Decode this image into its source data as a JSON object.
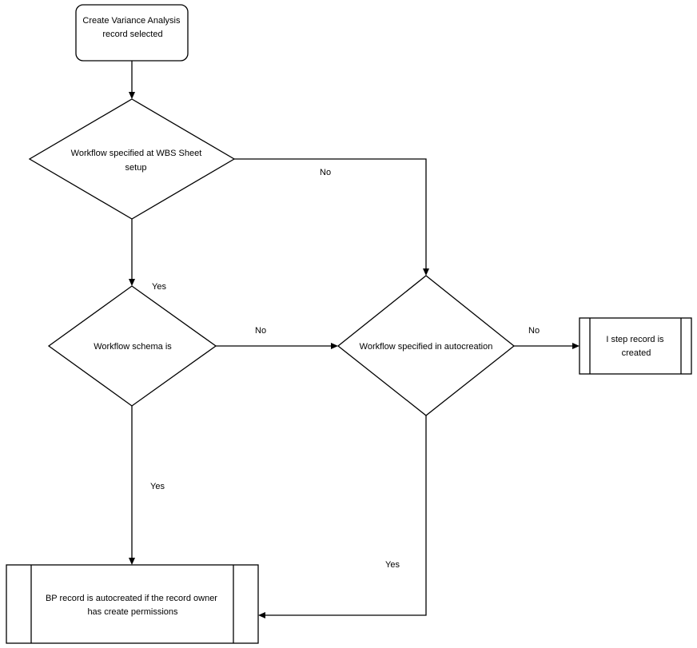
{
  "nodes": {
    "start": {
      "lines": [
        "Create Variance Analysis",
        "record selected"
      ]
    },
    "decision_wbs": {
      "lines": [
        "Workflow specified at WBS Sheet",
        "setup"
      ]
    },
    "decision_schema": {
      "lines": [
        "Workflow schema is"
      ]
    },
    "decision_autocreation": {
      "lines": [
        "Workflow specified in autocreation"
      ]
    },
    "process_istep": {
      "lines": [
        "I step record is",
        "created"
      ]
    },
    "process_bp": {
      "lines": [
        "BP record is autocreated if the record owner",
        "has create permissions"
      ]
    }
  },
  "edges": {
    "wbs_no": "No",
    "wbs_yes": "Yes",
    "schema_no": "No",
    "schema_yes": "Yes",
    "autocreation_no": "No",
    "autocreation_yes": "Yes"
  }
}
